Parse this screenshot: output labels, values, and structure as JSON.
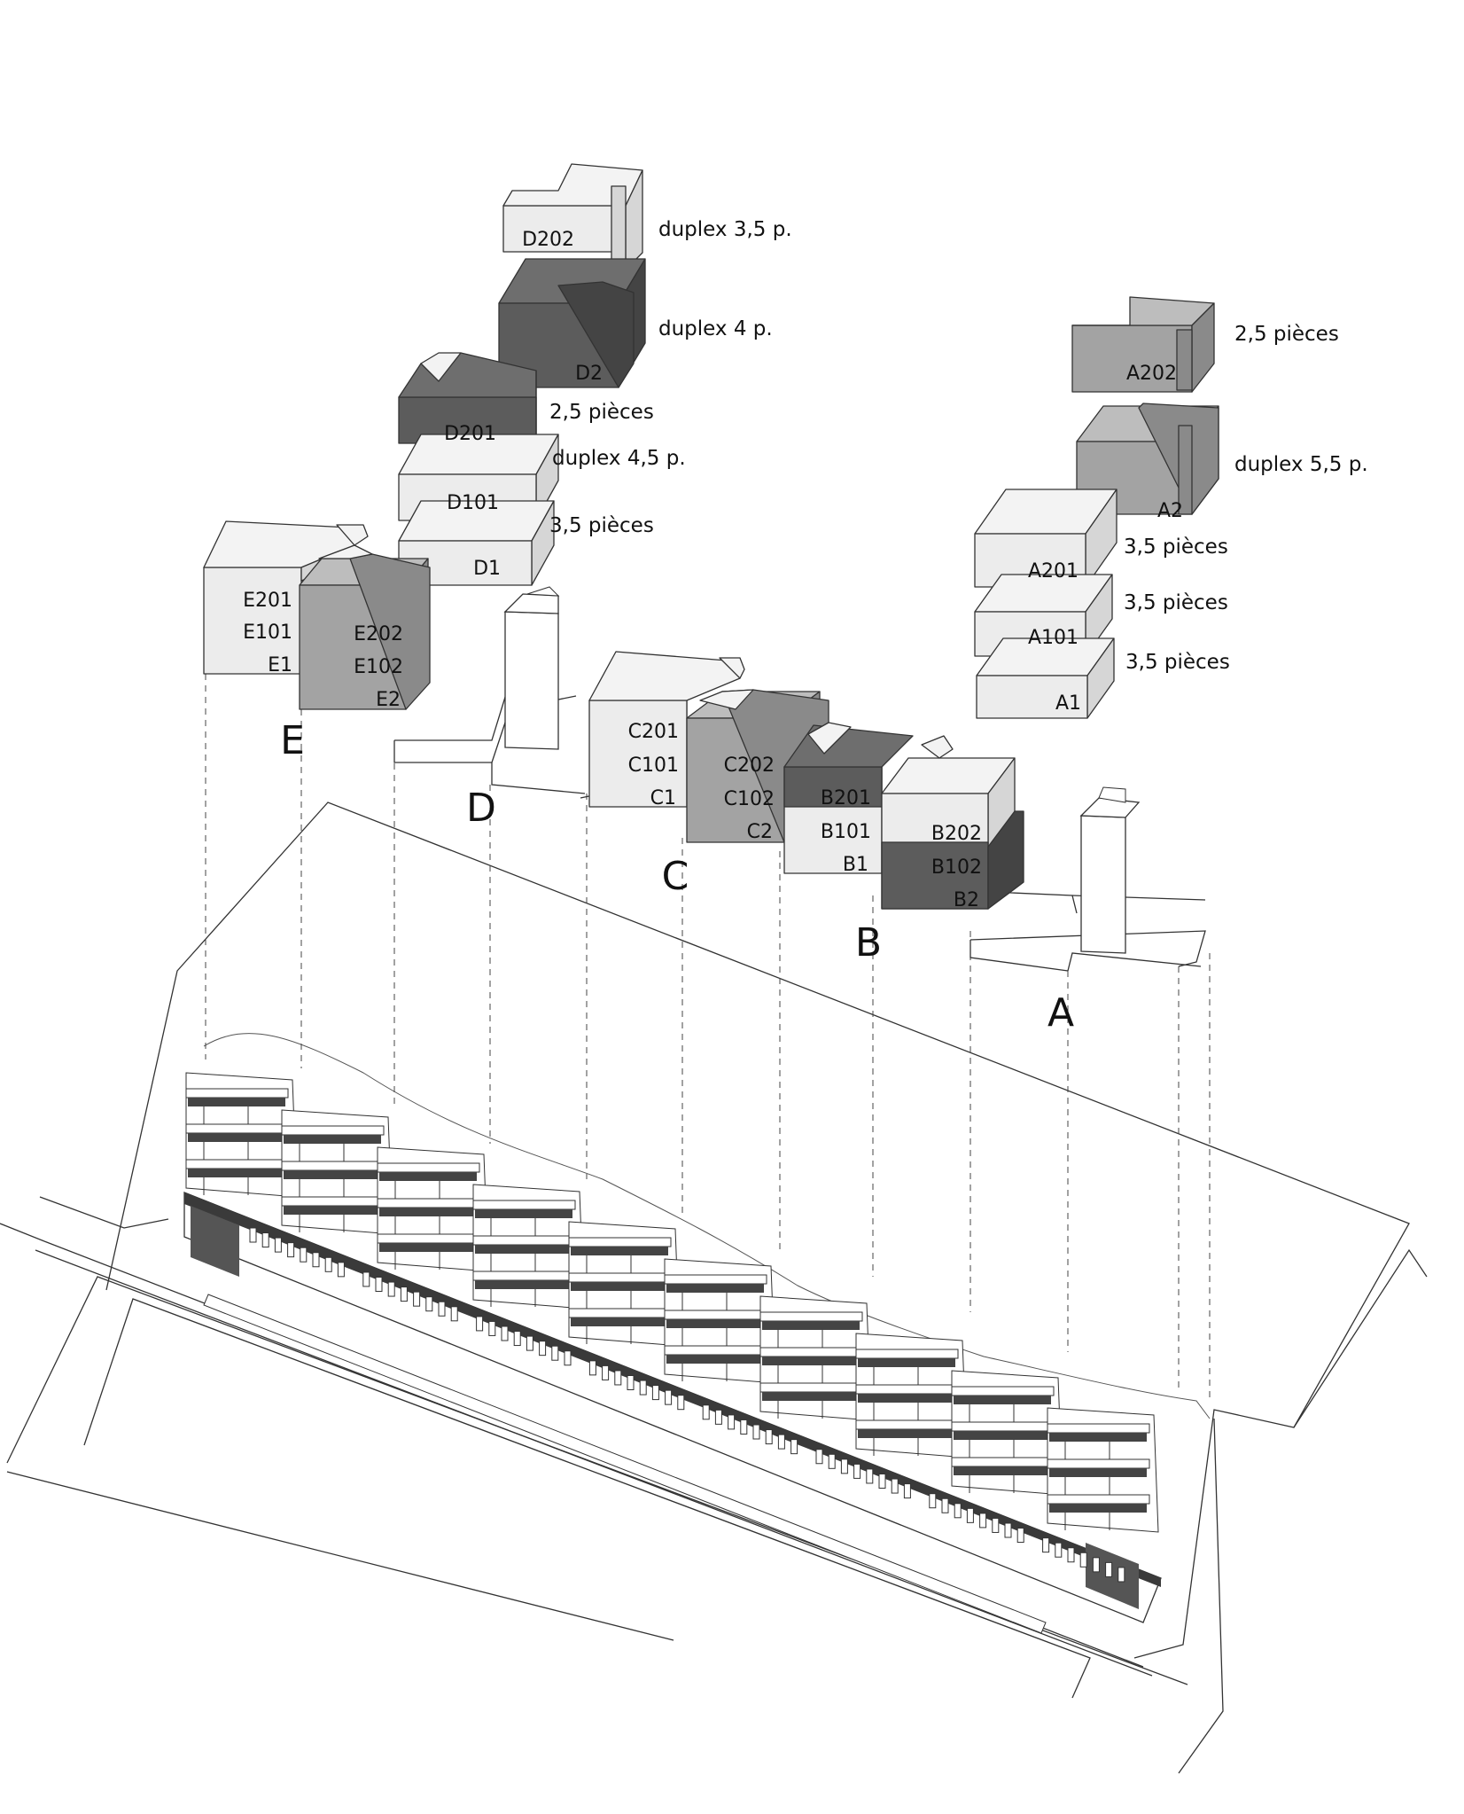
{
  "palette": {
    "light": "#ececec",
    "light_side": "#d6d6d6",
    "light_top": "#f3f3f3",
    "mid": "#a3a3a3",
    "mid_side": "#8a8a8a",
    "mid_top": "#bdbdbd",
    "dark": "#5c5c5c",
    "dark_side": "#444444",
    "dark_top": "#6e6e6e",
    "outline": "#333333"
  },
  "blocks": [
    {
      "id": "A",
      "label": "A"
    },
    {
      "id": "B",
      "label": "B"
    },
    {
      "id": "C",
      "label": "C"
    },
    {
      "id": "D",
      "label": "D"
    },
    {
      "id": "E",
      "label": "E"
    }
  ],
  "units": {
    "D202": "D202",
    "D2": "D2",
    "D201": "D201",
    "D101": "D101",
    "D1": "D1",
    "A202": "A202",
    "A2": "A2",
    "A201": "A201",
    "A101": "A101",
    "A1": "A1",
    "E201": "E201",
    "E101": "E101",
    "E1": "E1",
    "E202": "E202",
    "E102": "E102",
    "E2": "E2",
    "C201": "C201",
    "C101": "C101",
    "C1": "C1",
    "C202": "C202",
    "C102": "C102",
    "C2": "C2",
    "B201": "B201",
    "B101": "B101",
    "B1": "B1",
    "B202": "B202",
    "B102": "B102",
    "B2": "B2"
  },
  "types": {
    "D202": "duplex 3,5 p.",
    "D2": "duplex 4 p.",
    "D201": "2,5 pièces",
    "D101": "duplex 4,5 p.",
    "D1": "3,5 pièces",
    "A202": "2,5 pièces",
    "A2": "duplex 5,5 p.",
    "A201": "3,5 pièces",
    "A101": "3,5 pièces",
    "A1": "3,5 pièces"
  }
}
